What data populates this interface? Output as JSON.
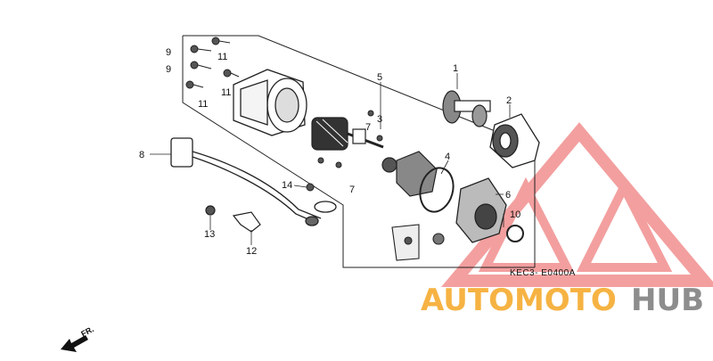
{
  "diagram": {
    "callouts": [
      "1",
      "2",
      "3",
      "4",
      "5",
      "6",
      "7",
      "7",
      "8",
      "9",
      "9",
      "10",
      "11",
      "11",
      "11",
      "12",
      "13",
      "14"
    ],
    "diagram_code": "KEC3- E0400A",
    "direction_label": "FR."
  },
  "watermark": {
    "part1": "AUTOMOTO",
    "part2": "HUB",
    "color_orange": "#f5a623",
    "color_gray": "#7a7a7a",
    "triangle_color": "#f08080"
  }
}
